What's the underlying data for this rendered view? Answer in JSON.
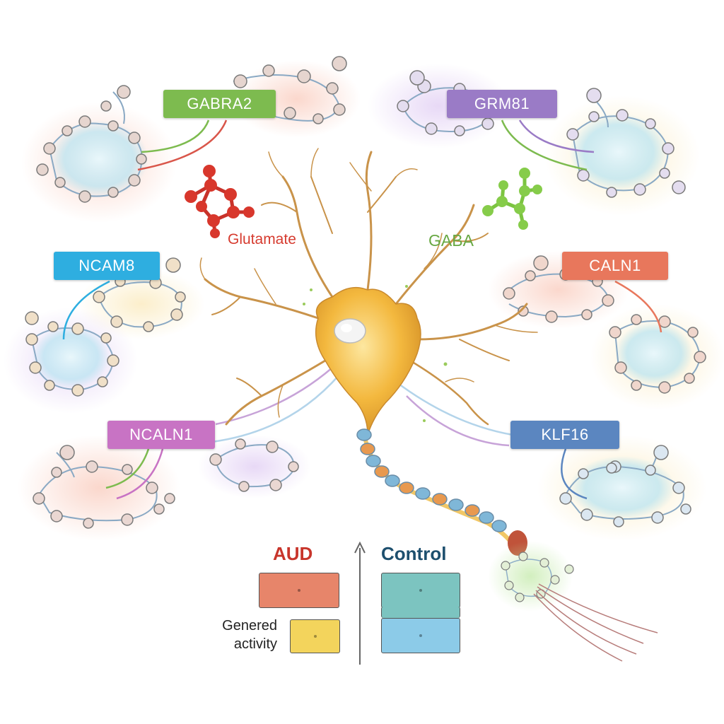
{
  "genes": {
    "gabra2": {
      "label": "GABRA2",
      "color": "#7dbb4f"
    },
    "grm81": {
      "label": "GRM81",
      "color": "#9a7bc6"
    },
    "ncam8": {
      "label": "NCAM8",
      "color": "#2eaee0"
    },
    "caln1": {
      "label": "CALN1",
      "color": "#e8775c"
    },
    "ncaln1": {
      "label": "NCALN1",
      "color": "#c873c4"
    },
    "klf16": {
      "label": "KLF16",
      "color": "#5b86c0"
    }
  },
  "molecules": {
    "glutamate": {
      "label": "Glutamate",
      "color": "#d63b2f"
    },
    "gaba": {
      "label": "GABA",
      "color": "#68a843"
    }
  },
  "legend": {
    "aud": {
      "label": "AUD",
      "color": "#c8352b",
      "box_color": "#e7856a"
    },
    "control": {
      "label": "Control",
      "color": "#1d4f6e",
      "box_top_color": "#7cc4c0",
      "box_bottom_color": "#8ccbe8"
    },
    "activity": {
      "line1": "Genered",
      "line2": "activity",
      "box_color": "#f3d45c"
    }
  },
  "icons": [
    "neuron-icon",
    "glutamate-molecule-icon",
    "gaba-molecule-icon",
    "protein-network-icon",
    "axon-icon",
    "arrow-up-icon"
  ]
}
